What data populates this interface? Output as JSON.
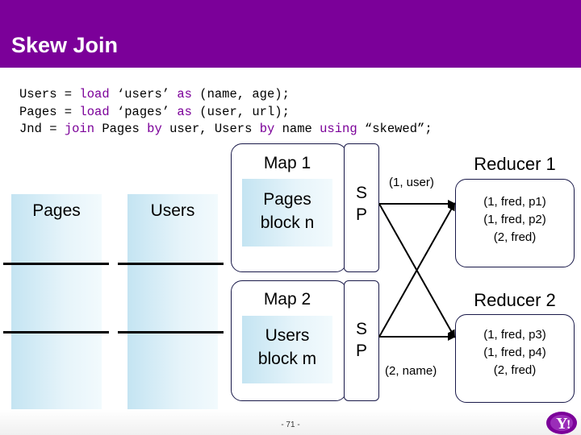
{
  "title": "Skew Join",
  "code": {
    "line1": [
      "Users = ",
      "load",
      " ‘users’ ",
      "as",
      " (name, age);"
    ],
    "line2": [
      "Pages = ",
      "load",
      " ‘pages’ ",
      "as",
      " (user, url);"
    ],
    "line3": [
      "Jnd = ",
      "join",
      " Pages ",
      "by",
      " user, Users ",
      "by",
      " name ",
      "using",
      " “skewed”;"
    ]
  },
  "inputs": {
    "pages_label": "Pages",
    "users_label": "Users"
  },
  "map1": {
    "title": "Map 1",
    "block_line1": "Pages",
    "block_line2": "block n",
    "sp_s": "S",
    "sp_p": "P"
  },
  "map2": {
    "title": "Map 2",
    "block_line1": "Users",
    "block_line2": "block m",
    "sp_s": "S",
    "sp_p": "P"
  },
  "key1": "(1, user)",
  "key2": "(2, name)",
  "reducer1": {
    "title": "Reducer 1",
    "items": [
      "(1, fred, p1)",
      "(1, fred, p2)",
      "(2, fred)"
    ]
  },
  "reducer2": {
    "title": "Reducer 2",
    "items": [
      "(1, fred, p3)",
      "(1, fred, p4)",
      "(2, fred)"
    ]
  },
  "page_number": "- 71 -",
  "colors": {
    "header": "#7b0099",
    "keyword": "#7b0099",
    "block_fill": "#c4e4f2",
    "logo": "#7b0099"
  },
  "logo_icon": "yahoo-logo-icon"
}
